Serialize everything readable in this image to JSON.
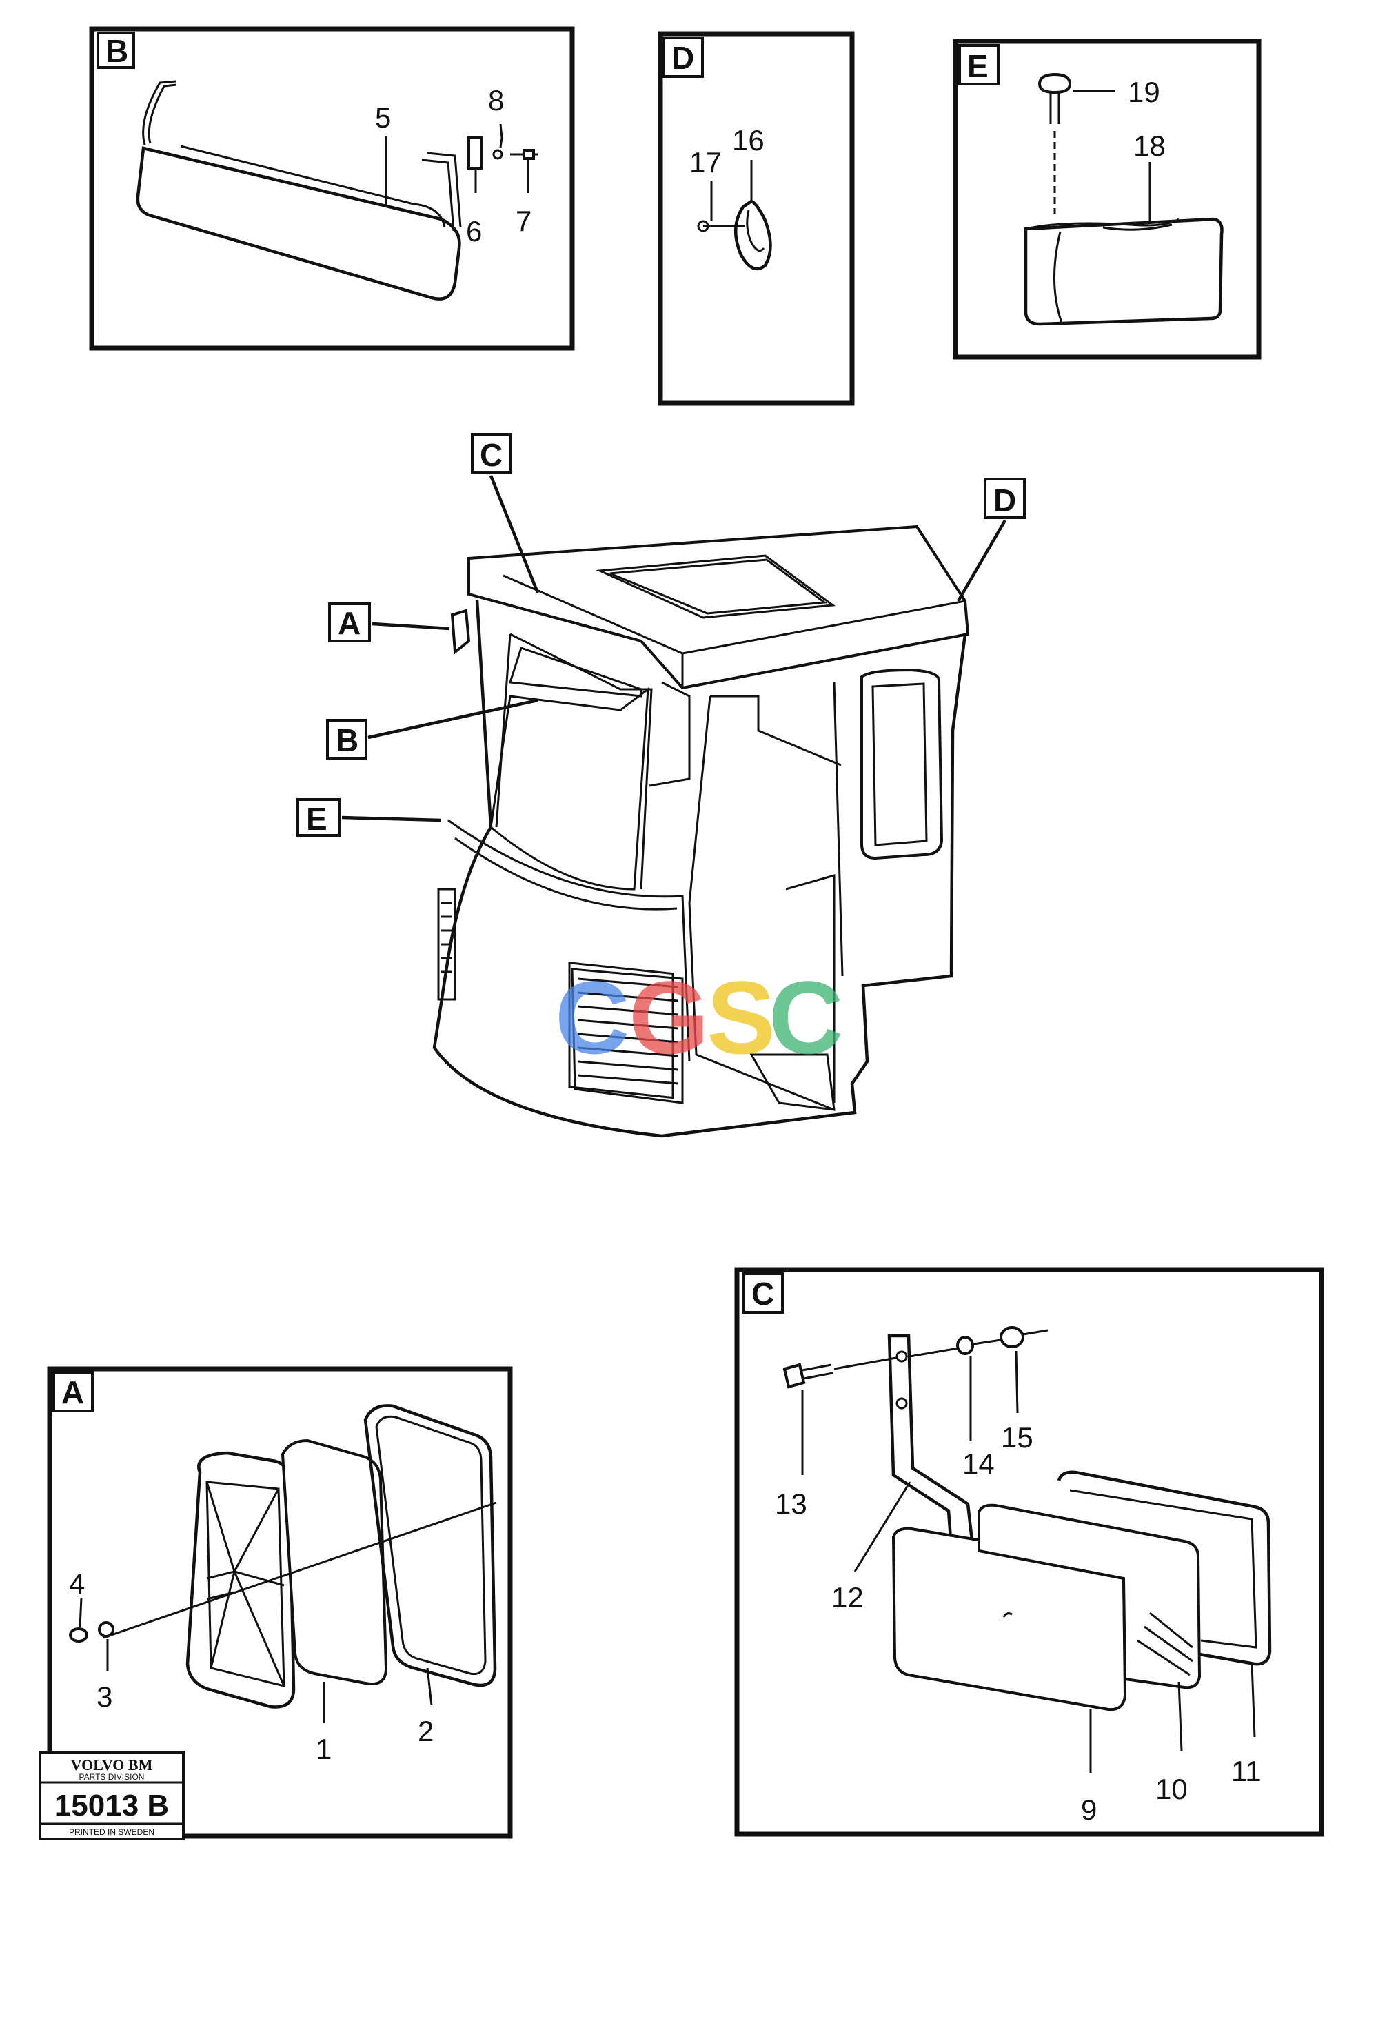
{
  "views": {
    "A": {
      "tag": "A",
      "parts": [
        "1",
        "2",
        "3",
        "4"
      ]
    },
    "B": {
      "tag": "B",
      "parts": [
        "5",
        "6",
        "7",
        "8"
      ]
    },
    "C": {
      "tag": "C",
      "parts": [
        "9",
        "10",
        "11",
        "12",
        "13",
        "14",
        "15"
      ]
    },
    "D": {
      "tag": "D",
      "parts": [
        "16",
        "17"
      ]
    },
    "E": {
      "tag": "E",
      "parts": [
        "18",
        "19"
      ]
    }
  },
  "main_callouts": [
    "A",
    "B",
    "C",
    "D",
    "E"
  ],
  "plate": {
    "brand": "VOLVO BM",
    "division": "PARTS DIVISION",
    "number": "15013 B",
    "footer": "PRINTED IN SWEDEN"
  },
  "watermark": {
    "text": "CGSC",
    "colors": [
      "#4a86e8",
      "#e84a4a",
      "#f0c419",
      "#3cb371"
    ]
  }
}
